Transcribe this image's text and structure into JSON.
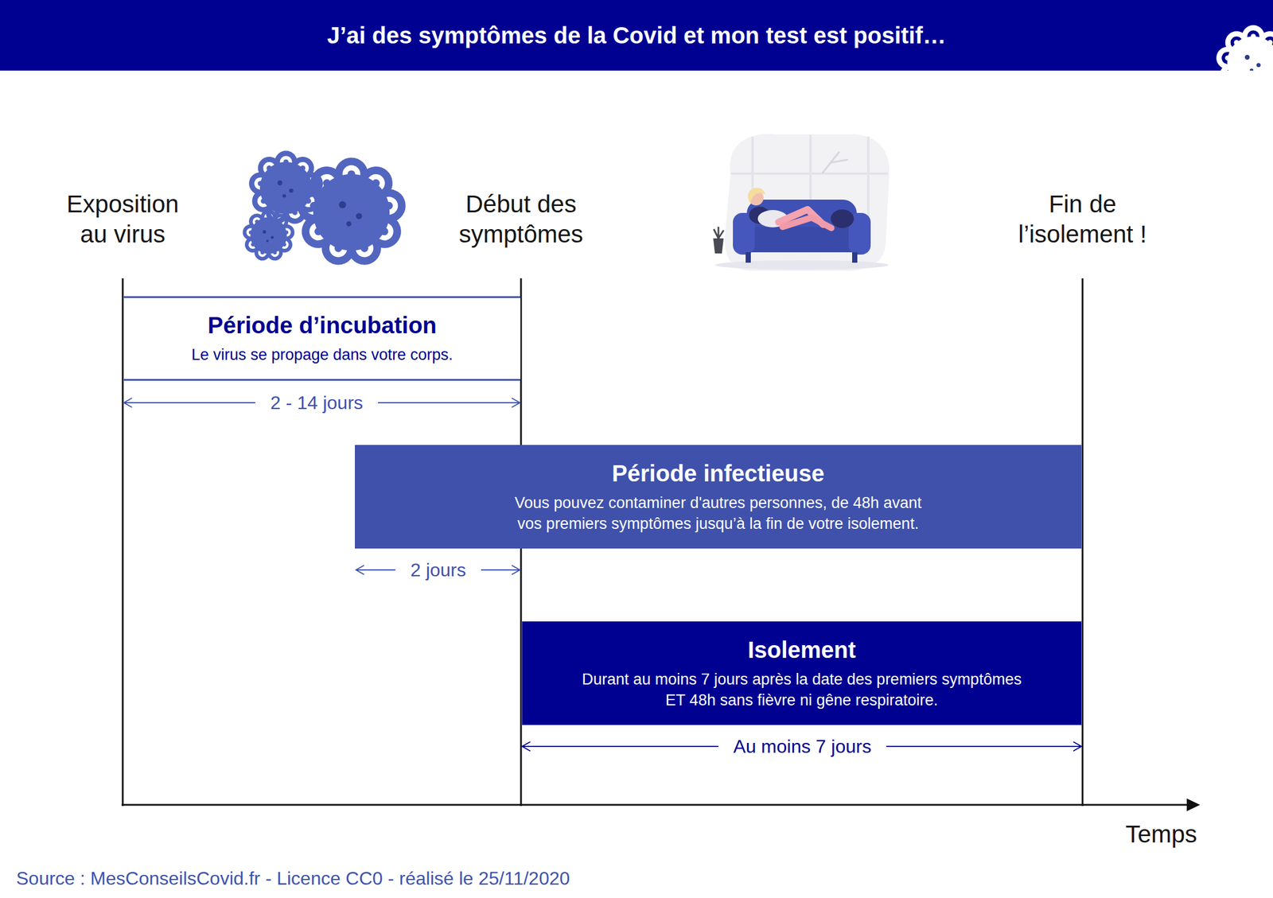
{
  "diagram": {
    "title": "J’ai des symptômes de la Covid et mon test est positif…",
    "caption": "Source : MesConseilsCovid.fr - Licence CC0 - réalisé le 25/11/2020",
    "nodes": [
      {
        "text": [
          "Période d’incubation",
          "Le virus se propage dans votre corps."
        ]
      },
      {
        "text": [
          "Période infectieuse",
          "Vous pouvez contaminer d'autres personnes, de 48h avant vos premiers symptômes jusqu’à la fin de votre isolement."
        ]
      },
      {
        "text": [
          "Isolement",
          "Durant au moins 7 jours après la date des premiers symptômes ET 48h sans fièvre ni gêne respiratoire."
        ]
      }
    ],
    "labels": [
      "Exposition au virus",
      "Début des symptômes",
      "Fin de l’isolement !",
      "2 - 14 jours",
      "2 jours",
      "Au moins 7 jours",
      "Temps"
    ]
  }
}
